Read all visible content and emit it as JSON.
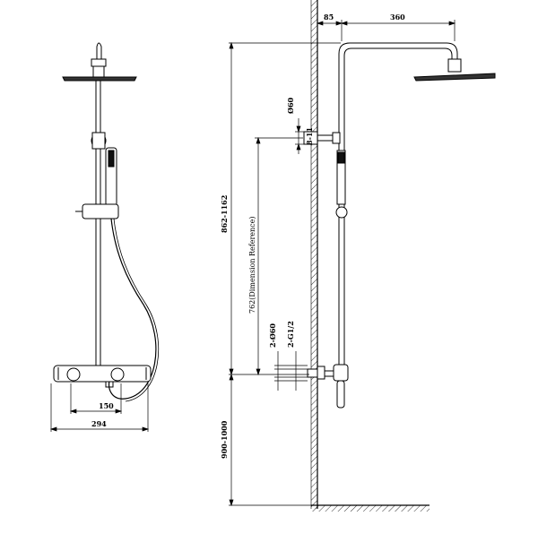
{
  "diagram": {
    "front_view": {
      "dim_inner": "150",
      "dim_outer": "294"
    },
    "side_view": {
      "dim_wall_offset": "85",
      "dim_arm_length": "360",
      "dim_total_height": "862-1162",
      "dim_reference": "762(Dimension Reference)",
      "dim_floor_height": "900-1000",
      "dim_flange_dia": "Ø60",
      "dim_flange_depth": "8-11",
      "dim_inlet_flange": "2-Ø60",
      "dim_inlet_thread": "2-G1/2"
    }
  }
}
